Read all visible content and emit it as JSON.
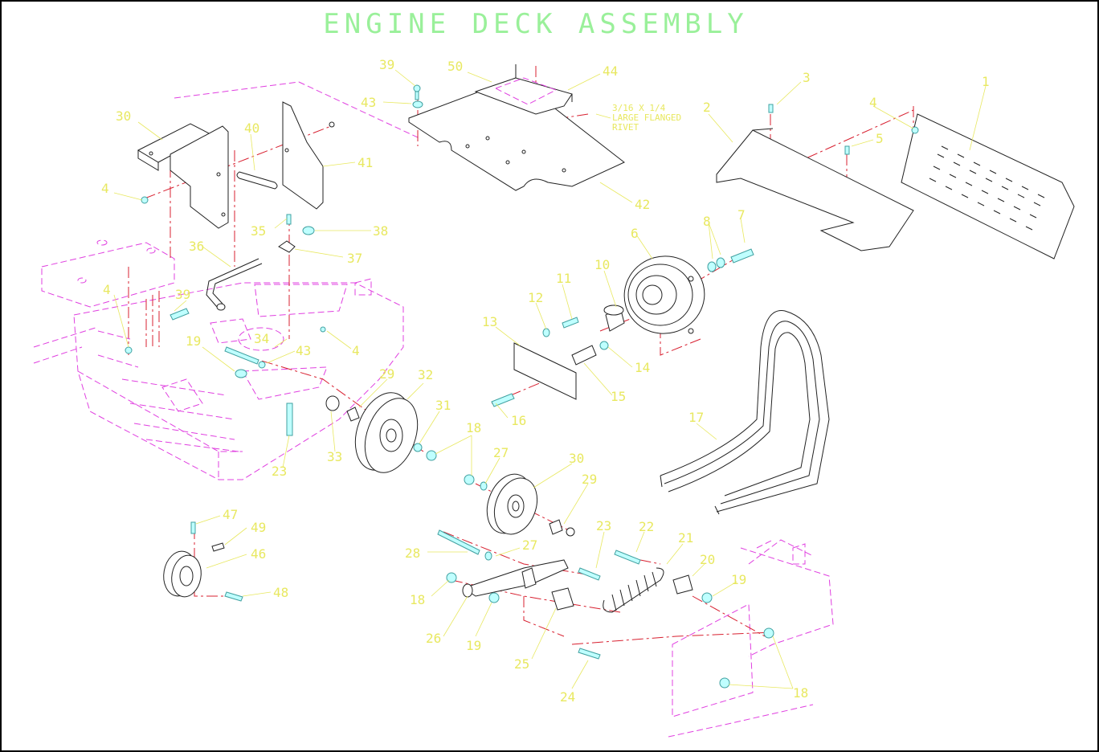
{
  "title": "ENGINE DECK ASSEMBLY",
  "note": [
    "3/16 X 1/4",
    "LARGE FLANGED",
    "RIVET"
  ],
  "colors": {
    "title": "#9af09a",
    "callout": "#e8e860",
    "phantom": "#e040e0",
    "centerline": "#d82030",
    "hardware": "#bfffff"
  },
  "callouts": [
    {
      "id": "c-39a",
      "label": "39"
    },
    {
      "id": "c-50",
      "label": "50"
    },
    {
      "id": "c-44",
      "label": "44"
    },
    {
      "id": "c-43a",
      "label": "43"
    },
    {
      "id": "c-42",
      "label": "42"
    },
    {
      "id": "c-30a",
      "label": "30"
    },
    {
      "id": "c-40",
      "label": "40"
    },
    {
      "id": "c-41",
      "label": "41"
    },
    {
      "id": "c-4a",
      "label": "4"
    },
    {
      "id": "c-35",
      "label": "35"
    },
    {
      "id": "c-38",
      "label": "38"
    },
    {
      "id": "c-36",
      "label": "36"
    },
    {
      "id": "c-37",
      "label": "37"
    },
    {
      "id": "c-4b",
      "label": "4"
    },
    {
      "id": "c-39b",
      "label": "39"
    },
    {
      "id": "c-19a",
      "label": "19"
    },
    {
      "id": "c-34",
      "label": "34"
    },
    {
      "id": "c-43b",
      "label": "43"
    },
    {
      "id": "c-4c",
      "label": "4"
    },
    {
      "id": "c-3",
      "label": "3"
    },
    {
      "id": "c-2",
      "label": "2"
    },
    {
      "id": "c-4d",
      "label": "4"
    },
    {
      "id": "c-5",
      "label": "5"
    },
    {
      "id": "c-1",
      "label": "1"
    },
    {
      "id": "c-6",
      "label": "6"
    },
    {
      "id": "c-8",
      "label": "8"
    },
    {
      "id": "c-7",
      "label": "7"
    },
    {
      "id": "c-10",
      "label": "10"
    },
    {
      "id": "c-11",
      "label": "11"
    },
    {
      "id": "c-12",
      "label": "12"
    },
    {
      "id": "c-13",
      "label": "13"
    },
    {
      "id": "c-14",
      "label": "14"
    },
    {
      "id": "c-15",
      "label": "15"
    },
    {
      "id": "c-16",
      "label": "16"
    },
    {
      "id": "c-17",
      "label": "17"
    },
    {
      "id": "c-29a",
      "label": "29"
    },
    {
      "id": "c-32",
      "label": "32"
    },
    {
      "id": "c-31",
      "label": "31"
    },
    {
      "id": "c-33",
      "label": "33"
    },
    {
      "id": "c-23a",
      "label": "23"
    },
    {
      "id": "c-18a",
      "label": "18"
    },
    {
      "id": "c-27a",
      "label": "27"
    },
    {
      "id": "c-30b",
      "label": "30"
    },
    {
      "id": "c-29b",
      "label": "29"
    },
    {
      "id": "c-47",
      "label": "47"
    },
    {
      "id": "c-49",
      "label": "49"
    },
    {
      "id": "c-46",
      "label": "46"
    },
    {
      "id": "c-48",
      "label": "48"
    },
    {
      "id": "c-28",
      "label": "28"
    },
    {
      "id": "c-27b",
      "label": "27"
    },
    {
      "id": "c-23b",
      "label": "23"
    },
    {
      "id": "c-22",
      "label": "22"
    },
    {
      "id": "c-21",
      "label": "21"
    },
    {
      "id": "c-20",
      "label": "20"
    },
    {
      "id": "c-19b",
      "label": "19"
    },
    {
      "id": "c-18b",
      "label": "18"
    },
    {
      "id": "c-26",
      "label": "26"
    },
    {
      "id": "c-19c",
      "label": "19"
    },
    {
      "id": "c-25",
      "label": "25"
    },
    {
      "id": "c-24",
      "label": "24"
    },
    {
      "id": "c-18c",
      "label": "18"
    }
  ]
}
